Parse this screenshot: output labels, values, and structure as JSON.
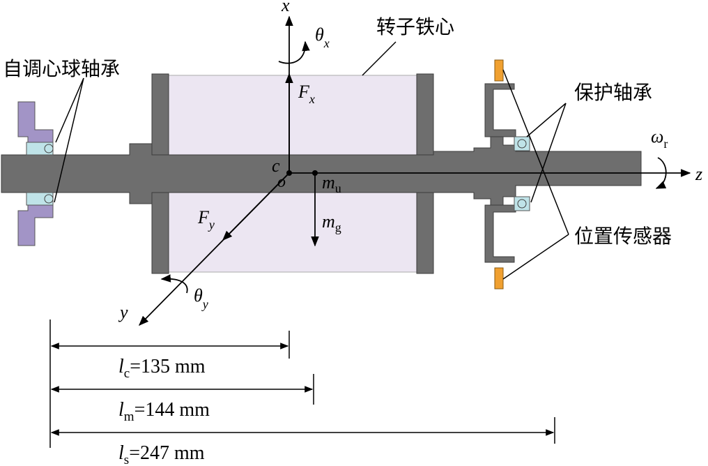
{
  "labels": {
    "rotor_core": "转子铁心",
    "self_aligning_bearing": "自调心球轴承",
    "protection_bearing": "保护轴承",
    "position_sensor": "位置传感器"
  },
  "axes": {
    "x": "x",
    "y": "y",
    "z": "z",
    "theta": "θ",
    "x_sub": "x",
    "y_sub": "y",
    "omega": "ω",
    "omega_sub": "r"
  },
  "forces": {
    "F": "F",
    "fx_sub": "x",
    "fy_sub": "y",
    "m": "m",
    "mu_sub": "u",
    "mg_sub": "g"
  },
  "points": {
    "c": "c",
    "o": "o"
  },
  "dimensions": [
    {
      "sym": "l",
      "sub": "c",
      "text": "=135 mm"
    },
    {
      "sym": "l",
      "sub": "m",
      "text": "=144 mm"
    },
    {
      "sym": "l",
      "sub": "s",
      "text": "=247 mm"
    }
  ],
  "colors": {
    "shaft": "#6e6e6e",
    "shaft_stroke": "#3c3c3c",
    "core": "#ece6f2",
    "bearing_housing": "#a294c6",
    "bearing_element": "#bfe3e8",
    "sensor": "#f0a030"
  }
}
